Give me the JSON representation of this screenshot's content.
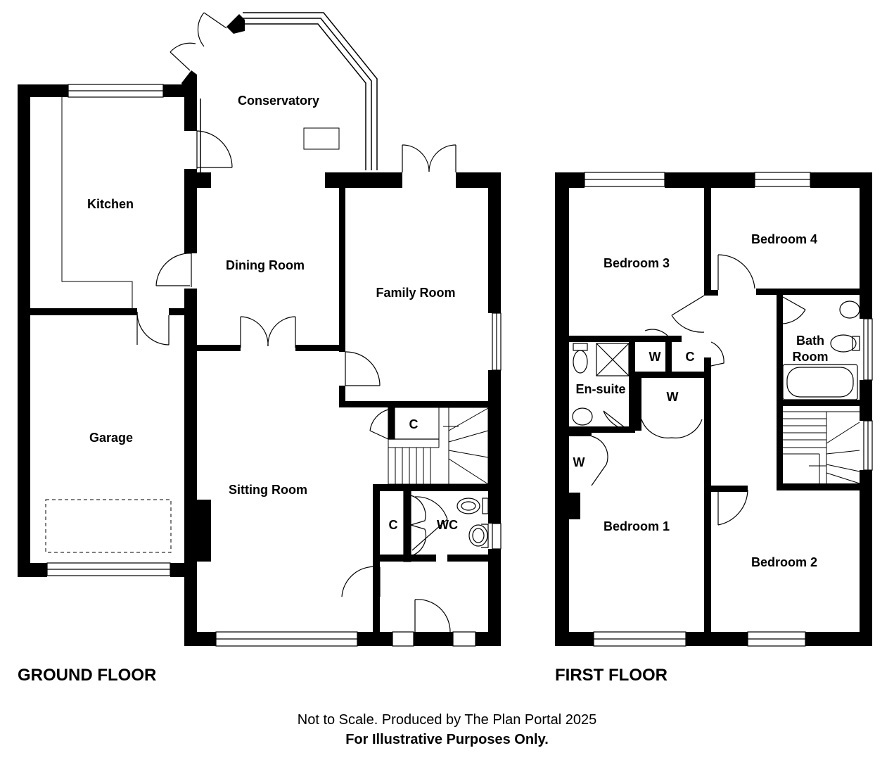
{
  "ground_floor": {
    "title": "GROUND FLOOR",
    "rooms": {
      "conservatory": "Conservatory",
      "kitchen": "Kitchen",
      "dining_room": "Dining Room",
      "family_room": "Family Room",
      "garage": "Garage",
      "sitting_room": "Sitting Room",
      "cupboard_upper": "C",
      "cupboard_lower": "C",
      "wc": "WC"
    }
  },
  "first_floor": {
    "title": "FIRST FLOOR",
    "rooms": {
      "bedroom_3": "Bedroom 3",
      "bedroom_4": "Bedroom 4",
      "bath_room_line1": "Bath",
      "bath_room_line2": "Room",
      "wardrobe_top": "W",
      "cupboard": "C",
      "en_suite": "En-suite",
      "wardrobe_mid": "W",
      "wardrobe_left": "W",
      "bedroom_1": "Bedroom 1",
      "bedroom_2": "Bedroom 2"
    }
  },
  "footer": {
    "line1": "Not to Scale. Produced by The Plan Portal 2025",
    "line2": "For Illustrative Purposes Only."
  },
  "colors": {
    "wall": "#000000",
    "background": "#ffffff",
    "fixture": "#555555"
  }
}
